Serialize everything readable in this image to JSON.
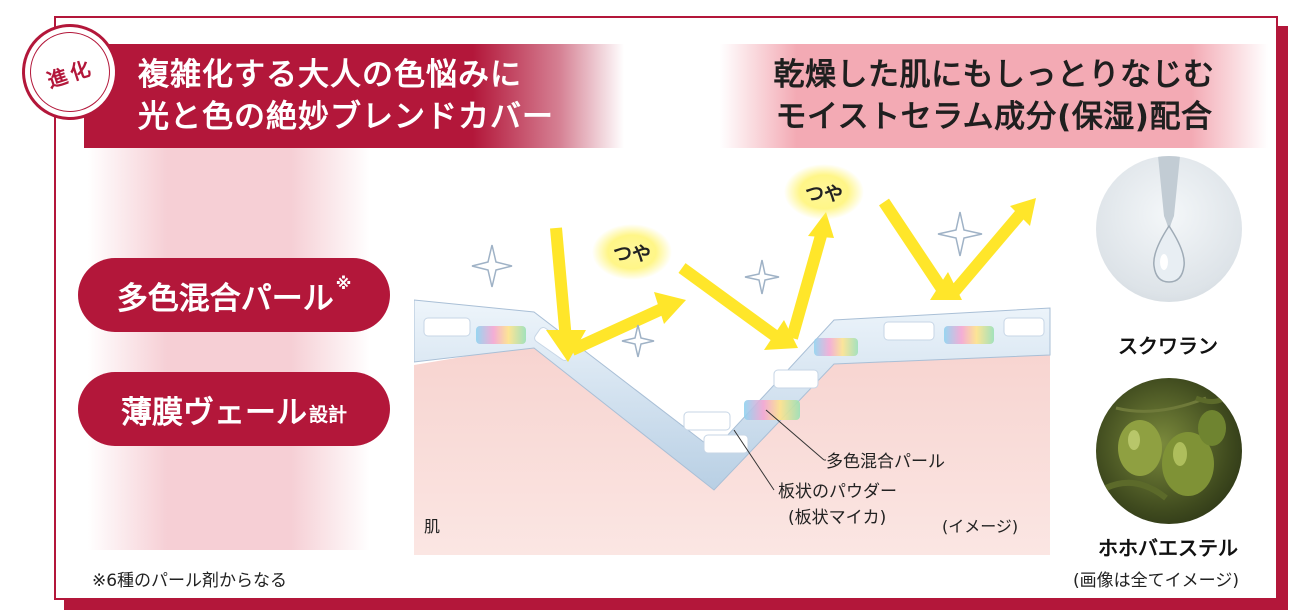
{
  "badge": {
    "text": "進化"
  },
  "headline_left": {
    "line1": "複雑化する大人の色悩みに",
    "line2": "光と色の絶妙ブレンドカバー"
  },
  "headline_right": {
    "line1": "乾燥した肌にもしっとりなじむ",
    "line2": "モイストセラム成分(保湿)配合"
  },
  "features": {
    "pearl": {
      "label": "多色混合パール",
      "mark": "※"
    },
    "veil": {
      "label": "薄膜ヴェール",
      "suffix": "設計"
    }
  },
  "footnote": "※6種のパール剤からなる",
  "diagram": {
    "gloss_label_1": "つや",
    "gloss_label_2": "つや",
    "pearl_label": "多色混合パール",
    "powder_label": "板状のパウダー",
    "powder_sub": "(板状マイカ)",
    "skin_label": "肌",
    "image_note": "(イメージ)"
  },
  "ingredients": {
    "squalane": "スクワラン",
    "jojoba": "ホホバエステル",
    "note": "(画像は全てイメージ)"
  },
  "colors": {
    "brand": "#b3173a",
    "pink": "#f3aab4",
    "light_arrow": "#ffe62a"
  }
}
